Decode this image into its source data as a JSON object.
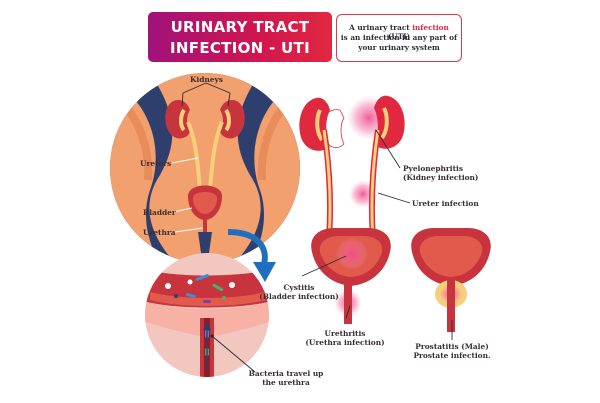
{
  "title": {
    "line1": "URINARY TRACT",
    "line2": "INFECTION - UTI"
  },
  "definition": {
    "line1_before": "A urinary tract ",
    "line1_highlight": "infection",
    "line1_after": " (UTI)",
    "line2": "is an infection in any part of",
    "line3": "your urinary system"
  },
  "anatomy_labels": {
    "kidneys": "Kidneys",
    "ureters": "Ureters",
    "bladder": "Bladder",
    "urethra": "Urethra"
  },
  "infection_labels": {
    "pyelonephritis": {
      "line1": "Pyelonephritis",
      "line2": "(Kidney infection)"
    },
    "ureter": {
      "line1": "Ureter infection"
    },
    "cystitis": {
      "line1": "Cystitis",
      "line2": "(Bladder infection)"
    },
    "urethritis": {
      "line1": "Urethritis",
      "line2": "(Urethra infection)"
    },
    "prostatitis": {
      "line1": "Prostatitis (Male)",
      "line2": "Prostate infection."
    }
  },
  "bacteria_label": {
    "line1": "Bacteria travel up",
    "line2": "the urethra"
  },
  "colors": {
    "accent": "#e0283f",
    "banner_start": "#a0127a",
    "body_orange": "#f2a06d",
    "background_navy": "#2e3f6e",
    "kidney_red": "#c8343d",
    "ureter_yellow": "#f6cf7a",
    "arrow_blue": "#1f6fc0",
    "infection_pink": "#f04b8c"
  }
}
